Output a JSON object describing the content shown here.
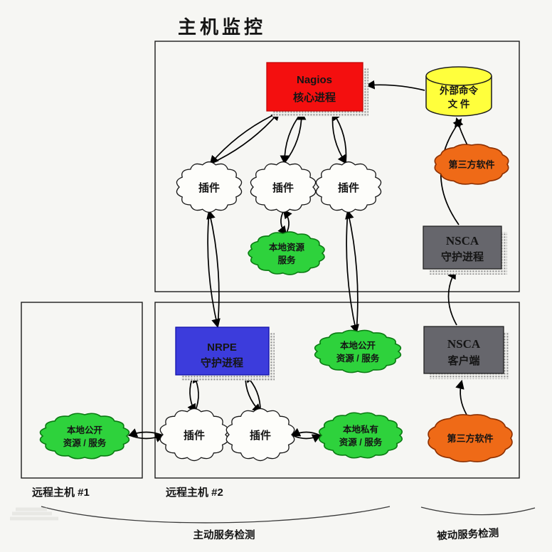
{
  "title": "主机监控",
  "nodes": {
    "nagios_core": {
      "line1": "Nagios",
      "line2": "核心进程"
    },
    "external_command_file": {
      "line1": "外部命令",
      "line2": "文 件"
    },
    "third_party_top": {
      "label": "第三方软件"
    },
    "nsca_daemon": {
      "line1": "NSCA",
      "line2": "守护进程"
    },
    "nsca_client": {
      "line1": "NSCA",
      "line2": "客户端"
    },
    "plugin": {
      "label": "插件"
    },
    "local_resources": {
      "line1": "本地资源",
      "line2": "服务"
    },
    "nrpe_daemon": {
      "line1": "NRPE",
      "line2": "守护进程"
    },
    "local_public_upper": {
      "line1": "本地公开",
      "line2": "资源 / 服务"
    },
    "local_public_left": {
      "line1": "本地公开",
      "line2": "资源 / 服务"
    },
    "local_private": {
      "line1": "本地私有",
      "line2": "资源 / 服务"
    },
    "third_party_bottom": {
      "label": "第三方软件"
    }
  },
  "labels": {
    "remote_host_1": "远程主机  #1",
    "remote_host_2": "远程主机  #2",
    "active_service_check": "主动服务检测",
    "passive_service_check": "被动服务检测"
  },
  "colors": {
    "nagios_red": "#f40f0f",
    "command_file_yellow": "#ffff3c",
    "third_party_orange": "#ef6a17",
    "local_green": "#2ed23c",
    "nsca_gray": "#66666c",
    "nrpe_blue": "#3c3cdc"
  }
}
